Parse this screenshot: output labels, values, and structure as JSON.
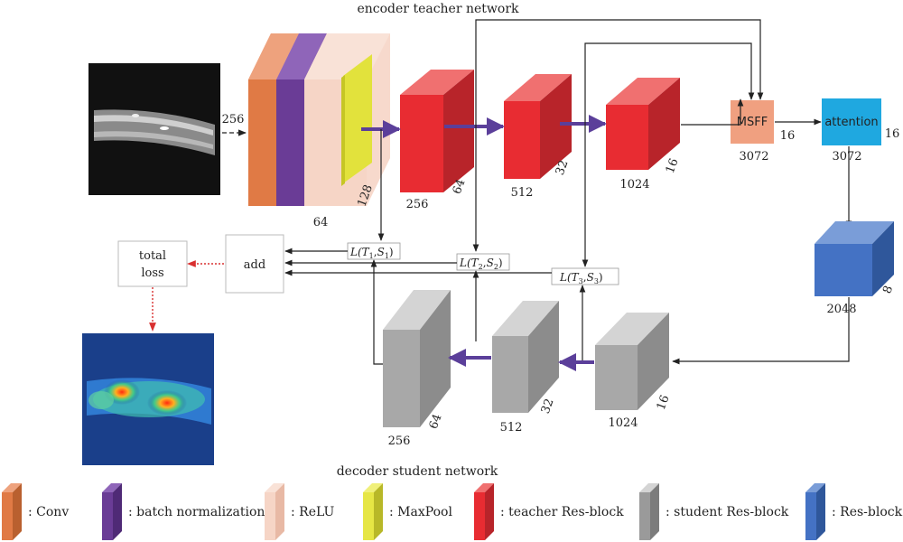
{
  "header": {
    "encoder_title": "encoder teacher network",
    "decoder_title": "decoder student network"
  },
  "input": {
    "size_label": "256"
  },
  "stem": {
    "label_64": "64",
    "label_128": "128"
  },
  "teacher_blocks": [
    {
      "channels": "256",
      "spatial": "64"
    },
    {
      "channels": "512",
      "spatial": "32"
    },
    {
      "channels": "1024",
      "spatial": "16"
    }
  ],
  "msff": {
    "label": "MSFF",
    "channels": "3072",
    "spatial": "16"
  },
  "attention": {
    "label": "attention",
    "channels": "3072",
    "spatial": "16"
  },
  "resblock": {
    "channels": "2048",
    "spatial": "8"
  },
  "student_blocks": [
    {
      "channels": "256",
      "spatial": "64"
    },
    {
      "channels": "512",
      "spatial": "32"
    },
    {
      "channels": "1024",
      "spatial": "16"
    }
  ],
  "losses": [
    {
      "fn": "L(",
      "t": "T",
      "t_sub": "1",
      "comma": ",",
      "s": "S",
      "s_sub": "1",
      "close": ")"
    },
    {
      "fn": "L(",
      "t": "T",
      "t_sub": "2",
      "comma": ",",
      "s": "S",
      "s_sub": "2",
      "close": ")"
    },
    {
      "fn": "L(",
      "t": "T",
      "t_sub": "3",
      "comma": ",",
      "s": "S",
      "s_sub": "3",
      "close": ")"
    }
  ],
  "add": {
    "label": "add"
  },
  "total_loss": {
    "line1": "total",
    "line2": "loss"
  },
  "legend": [
    {
      "label": ": Conv",
      "color": "#e07a45"
    },
    {
      "label": ": batch normalization",
      "color": "#6a3c96"
    },
    {
      "label": ": ReLU",
      "color": "#f6d5c6"
    },
    {
      "label": ": MaxPool",
      "color": "#e6e645"
    },
    {
      "label": ": teacher Res-block",
      "color": "#e82c32"
    },
    {
      "label": ": student Res-block",
      "color": "#9a9a9a"
    },
    {
      "label": ": Res-block",
      "color": "#4472c4"
    }
  ],
  "colors": {
    "conv": "#e07a45",
    "bn": "#6a3c96",
    "relu": "#f6d5c6",
    "maxpool": "#e6e645",
    "teacher": "#e82c32",
    "student": "#a8a8a8",
    "resblock": "#4472c4",
    "msff": "#f0a080",
    "attention": "#1fa8e0",
    "flow_arrow": "#5b3f9a",
    "loss_arrow": "#d93030"
  }
}
